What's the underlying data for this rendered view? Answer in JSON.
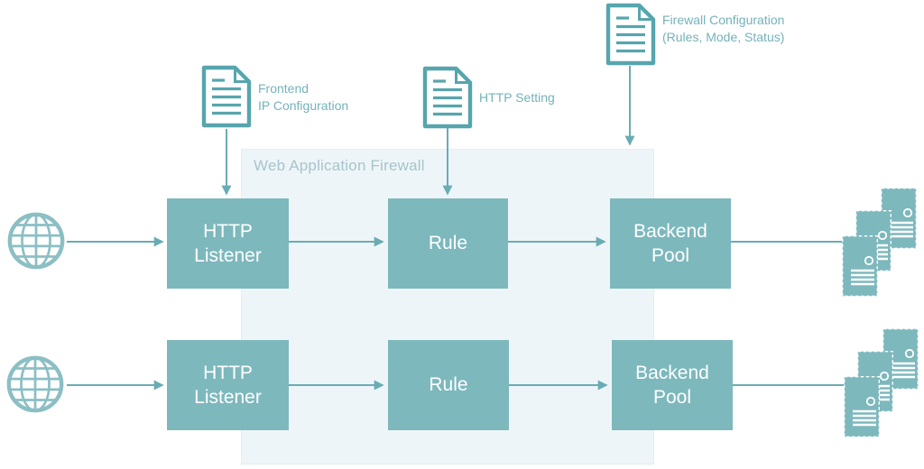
{
  "panel": {
    "title": "Web Application Firewall"
  },
  "documents": [
    {
      "id": "frontend-ip-configuration",
      "lines": [
        "Frontend",
        "IP Configuration"
      ]
    },
    {
      "id": "http-setting",
      "lines": [
        "HTTP Setting"
      ]
    },
    {
      "id": "firewall-configuration",
      "lines": [
        "Firewall Configuration",
        "(Rules, Mode, Status)"
      ]
    }
  ],
  "rows": [
    {
      "nodes": [
        {
          "line1": "HTTP",
          "line2": "Listener"
        },
        {
          "line1": "Rule"
        },
        {
          "line1": "Backend",
          "line2": "Pool"
        }
      ]
    },
    {
      "nodes": [
        {
          "line1": "HTTP",
          "line2": "Listener"
        },
        {
          "line1": "Rule"
        },
        {
          "line1": "Backend",
          "line2": "Pool"
        }
      ]
    }
  ],
  "icons": {
    "internet": "globe-icon",
    "configuration_file": "document-icon",
    "backend_targets": "server-stack-icon"
  },
  "colors": {
    "accent": "#7db8bd",
    "connector_line": "#6aacb4",
    "document_stroke": "#57a5ad",
    "document_label_text": "#74b2ba",
    "panel_background": "#eef5f8",
    "panel_title_text": "#a6c5cc",
    "node_text": "#ffffff"
  }
}
